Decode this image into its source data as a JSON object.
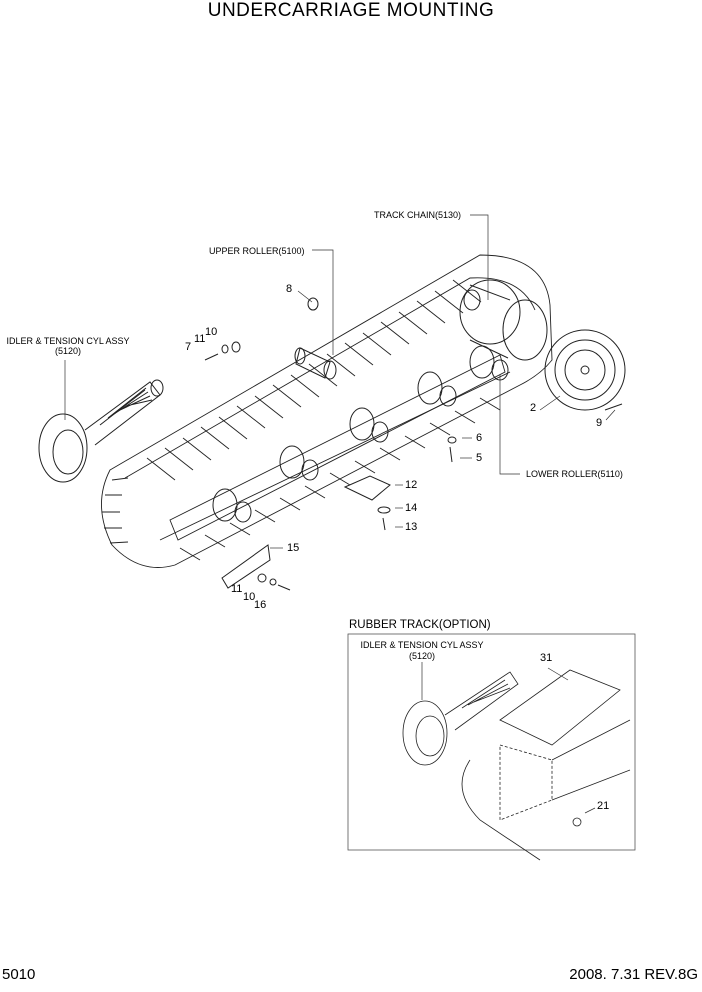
{
  "title": "UNDERCARRIAGE MOUNTING",
  "labels": {
    "track_chain": "TRACK CHAIN(5130)",
    "upper_roller": "UPPER ROLLER(5100)",
    "idler_title": "IDLER & TENSION CYL ASSY",
    "idler_code": "(5120)",
    "lower_roller": "LOWER ROLLER(5110)",
    "rubber_track": "RUBBER TRACK(OPTION)",
    "inset_idler_title": "IDLER & TENSION CYL ASSY",
    "inset_idler_code": "(5120)"
  },
  "callouts": {
    "c8": "8",
    "c10a": "10",
    "c11a": "11",
    "c7": "7",
    "c2": "2",
    "c9": "9",
    "c6": "6",
    "c5": "5",
    "c12": "12",
    "c14": "14",
    "c13": "13",
    "c15": "15",
    "c11b": "11",
    "c10b": "10",
    "c16": "16",
    "c31": "31",
    "c21": "21"
  },
  "footer": {
    "page": "5010",
    "date_rev": "2008. 7.31 REV.8G"
  }
}
